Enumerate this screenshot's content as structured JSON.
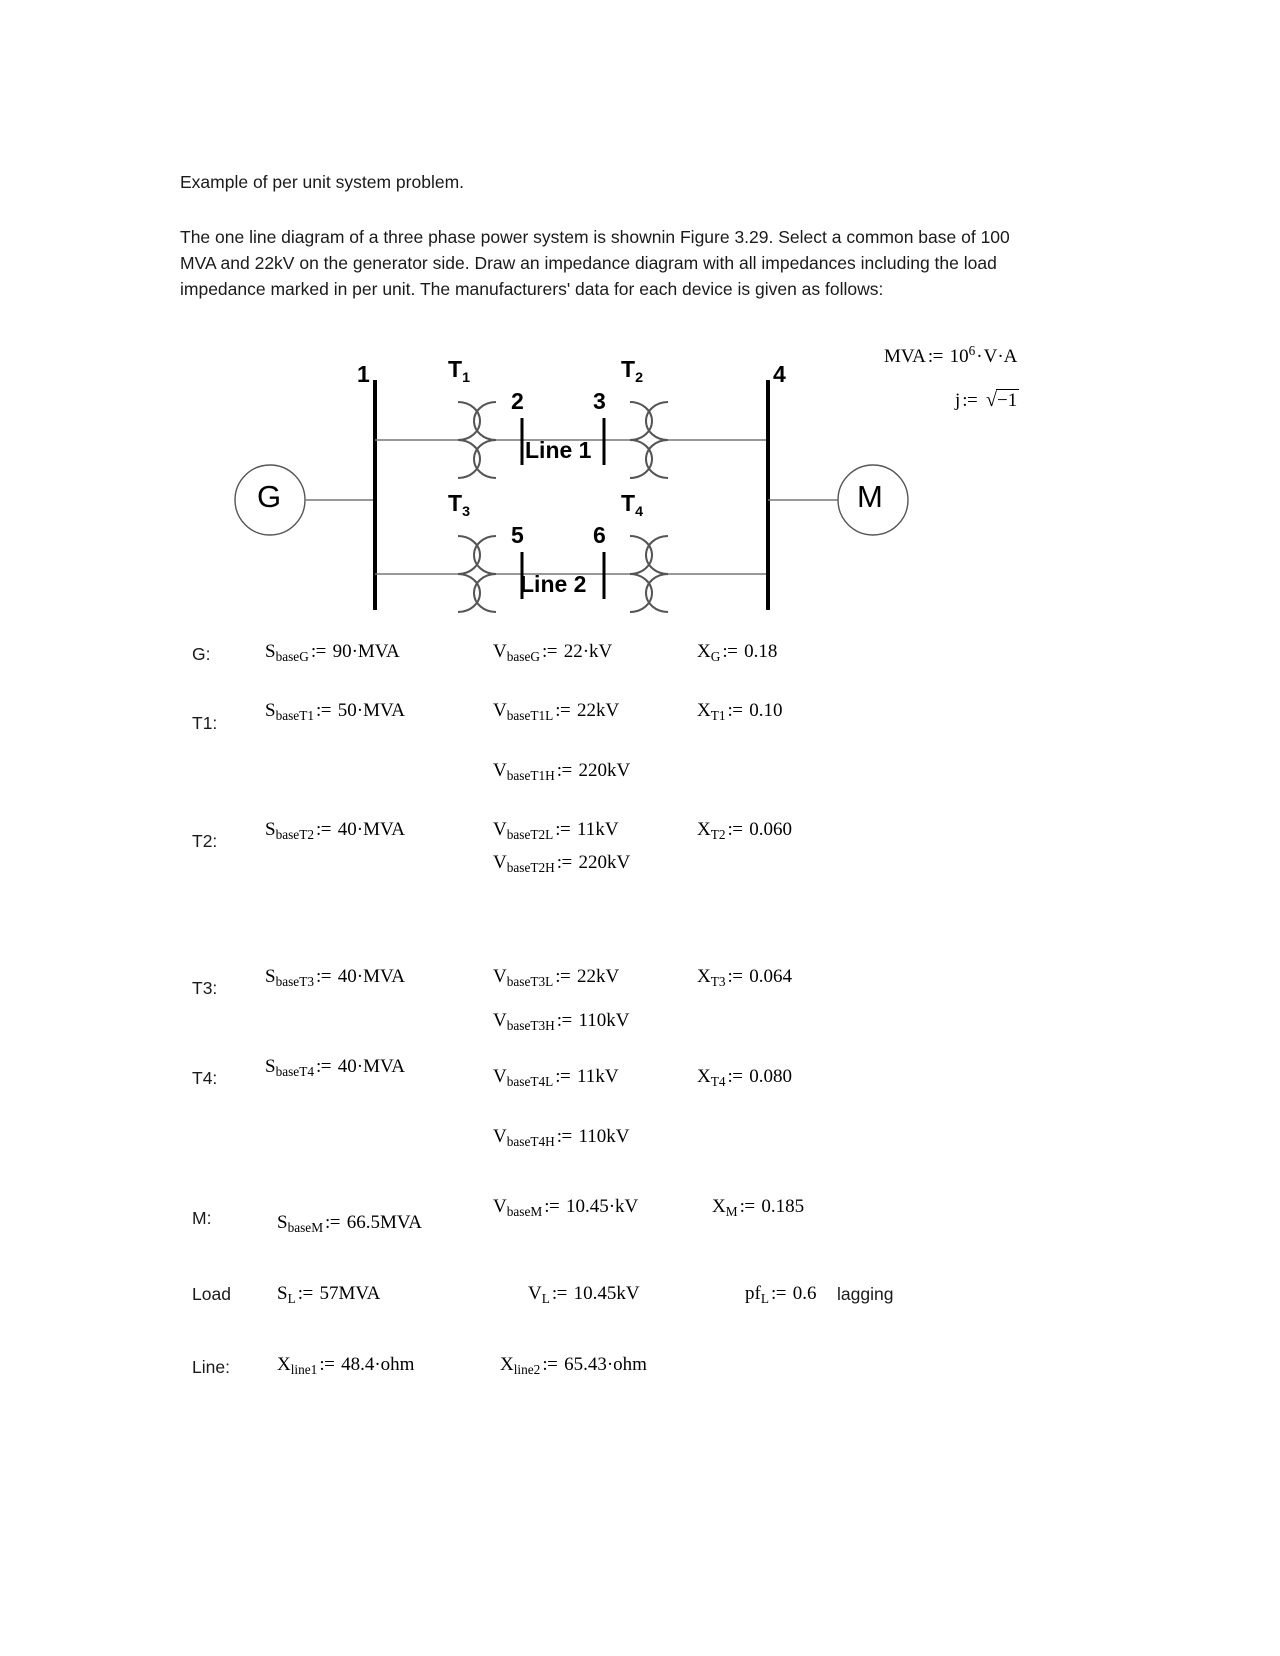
{
  "intro": {
    "title": "Example of per unit system problem.",
    "paragraph": "The one line diagram of a three phase power system is shownin Figure 3.29.   Select a common base of 100 MVA and 22kV on the generator side.  Draw an impedance diagram with all impedances including the load impedance marked in per unit.  The manufacturers' data for each device is given as follows:"
  },
  "definitions": {
    "mva": {
      "lhs": "MVA",
      "op": ":=",
      "coef": "10",
      "exp": "6",
      "units": "V·A"
    },
    "j": {
      "lhs": "j",
      "op": ":=",
      "radicand": "−1"
    }
  },
  "diagram": {
    "generator_label": "G",
    "motor_label": "M",
    "buses": [
      {
        "name": "bus-1",
        "label": "1"
      },
      {
        "name": "bus-2",
        "label": "2"
      },
      {
        "name": "bus-3",
        "label": "3"
      },
      {
        "name": "bus-4",
        "label": "4"
      },
      {
        "name": "bus-5",
        "label": "5"
      },
      {
        "name": "bus-6",
        "label": "6"
      }
    ],
    "transformers": [
      {
        "name": "transformer-t1",
        "base": "T",
        "sub": "1"
      },
      {
        "name": "transformer-t2",
        "base": "T",
        "sub": "2"
      },
      {
        "name": "transformer-t3",
        "base": "T",
        "sub": "3"
      },
      {
        "name": "transformer-t4",
        "base": "T",
        "sub": "4"
      }
    ],
    "lines": [
      {
        "name": "transmission-line-1",
        "label": "Line 1"
      },
      {
        "name": "transmission-line-2",
        "label": "Line 2"
      }
    ]
  },
  "devices": {
    "g": {
      "row_label": "G:",
      "s": {
        "base": "S",
        "sub": "baseG",
        "op": ":=",
        "value": "90",
        "sep": "·",
        "unit": "MVA"
      },
      "v": {
        "base": "V",
        "sub": "baseG",
        "op": ":=",
        "value": "22",
        "sep": "·",
        "unit": "kV"
      },
      "x": {
        "base": "X",
        "sub": "G",
        "op": ":=",
        "value": "0.18"
      }
    },
    "t1": {
      "row_label": "T1:",
      "s": {
        "base": "S",
        "sub": "baseT1",
        "op": ":=",
        "value": "50",
        "sep": "·",
        "unit": "MVA"
      },
      "vl": {
        "base": "V",
        "sub": "baseT1L",
        "op": ":=",
        "value": "22",
        "sep": "",
        "unit": "kV"
      },
      "vh": {
        "base": "V",
        "sub": "baseT1H",
        "op": ":=",
        "value": "220",
        "sep": "",
        "unit": "kV"
      },
      "x": {
        "base": "X",
        "sub": "T1",
        "op": ":=",
        "value": "0.10"
      }
    },
    "t2": {
      "row_label": "T2:",
      "s": {
        "base": "S",
        "sub": "baseT2",
        "op": ":=",
        "value": "40",
        "sep": "·",
        "unit": "MVA"
      },
      "vl": {
        "base": "V",
        "sub": "baseT2L",
        "op": ":=",
        "value": "11",
        "sep": "",
        "unit": "kV"
      },
      "vh": {
        "base": "V",
        "sub": "baseT2H",
        "op": ":=",
        "value": "220",
        "sep": "",
        "unit": "kV"
      },
      "x": {
        "base": "X",
        "sub": "T2",
        "op": ":=",
        "value": "0.060"
      }
    },
    "t3": {
      "row_label": "T3:",
      "s": {
        "base": "S",
        "sub": "baseT3",
        "op": ":=",
        "value": "40",
        "sep": "·",
        "unit": "MVA"
      },
      "vl": {
        "base": "V",
        "sub": "baseT3L",
        "op": ":=",
        "value": "22",
        "sep": "",
        "unit": "kV"
      },
      "vh": {
        "base": "V",
        "sub": "baseT3H",
        "op": ":=",
        "value": "110",
        "sep": "",
        "unit": "kV"
      },
      "x": {
        "base": "X",
        "sub": "T3",
        "op": ":=",
        "value": "0.064"
      }
    },
    "t4": {
      "row_label": "T4:",
      "s": {
        "base": "S",
        "sub": "baseT4",
        "op": ":=",
        "value": "40",
        "sep": "·",
        "unit": "MVA"
      },
      "vl": {
        "base": "V",
        "sub": "baseT4L",
        "op": ":=",
        "value": "11",
        "sep": "",
        "unit": "kV"
      },
      "vh": {
        "base": "V",
        "sub": "baseT4H",
        "op": ":=",
        "value": "110",
        "sep": "",
        "unit": "kV"
      },
      "x": {
        "base": "X",
        "sub": "T4",
        "op": ":=",
        "value": "0.080"
      }
    },
    "m": {
      "row_label": "M:",
      "s": {
        "base": "S",
        "sub": "baseM",
        "op": ":=",
        "value": "66.5",
        "sep": "",
        "unit": "MVA"
      },
      "v": {
        "base": "V",
        "sub": "baseM",
        "op": ":=",
        "value": "10.45",
        "sep": "·",
        "unit": "kV"
      },
      "x": {
        "base": "X",
        "sub": "M",
        "op": ":=",
        "value": "0.185"
      }
    },
    "load": {
      "row_label": "Load",
      "s": {
        "base": "S",
        "sub": "L",
        "op": ":=",
        "value": "57",
        "sep": "",
        "unit": "MVA"
      },
      "v": {
        "base": "V",
        "sub": "L",
        "op": ":=",
        "value": "10.45",
        "sep": "",
        "unit": "kV"
      },
      "pf": {
        "base": "pf",
        "sub": "L",
        "op": ":=",
        "value": "0.6"
      },
      "note": "lagging"
    },
    "line": {
      "row_label": "Line:",
      "x1": {
        "base": "X",
        "sub": "line1",
        "op": ":=",
        "value": "48.4",
        "sep": "·",
        "unit": "ohm"
      },
      "x2": {
        "base": "X",
        "sub": "line2",
        "op": ":=",
        "value": "65.43",
        "sep": "·",
        "unit": "ohm"
      }
    }
  }
}
